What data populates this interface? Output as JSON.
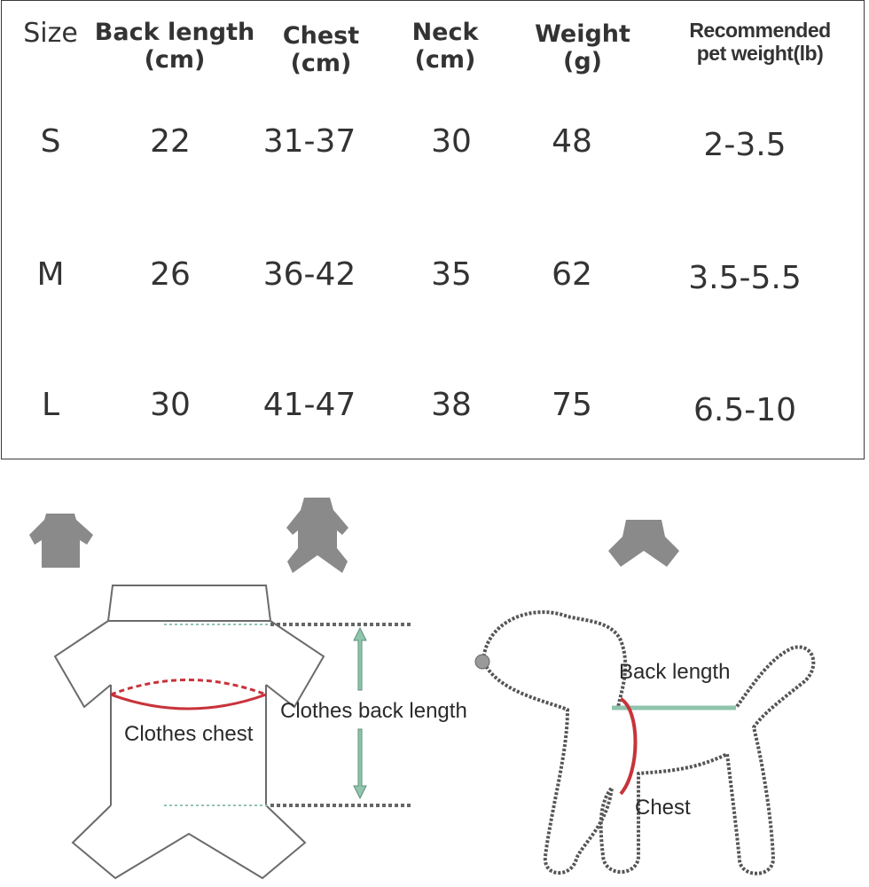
{
  "table": {
    "headers": [
      {
        "line1": "Size",
        "line2": ""
      },
      {
        "line1": "Back length",
        "line2": "(cm)"
      },
      {
        "line1": "Chest",
        "line2": "(cm)"
      },
      {
        "line1": "Neck",
        "line2": "(cm)"
      },
      {
        "line1": "Weight",
        "line2": "(g)"
      },
      {
        "line1": "Recommended",
        "line2": "pet weight(lb)"
      }
    ],
    "rows": [
      {
        "size": "S",
        "back_length": "22",
        "chest": "31-37",
        "neck": "30",
        "weight": "48",
        "pet_weight": "2-3.5"
      },
      {
        "size": "M",
        "back_length": "26",
        "chest": "36-42",
        "neck": "35",
        "weight": "62",
        "pet_weight": "3.5-5.5"
      },
      {
        "size": "L",
        "back_length": "30",
        "chest": "41-47",
        "neck": "38",
        "weight": "75",
        "pet_weight": "6.5-10"
      }
    ]
  },
  "diagram": {
    "clothes_chest_label": "Clothes chest",
    "clothes_back_length_label": "Clothes back length",
    "dog_back_length_label": "Back length",
    "dog_chest_label": "Chest",
    "colors": {
      "chest_line": "#c8333a",
      "back_line": "#8fc4ad",
      "silhouette": "#8a8a8a",
      "outline": "#555555"
    },
    "icons": [
      "shirt-front-icon",
      "dog-suit-icon",
      "pants-icon"
    ]
  }
}
